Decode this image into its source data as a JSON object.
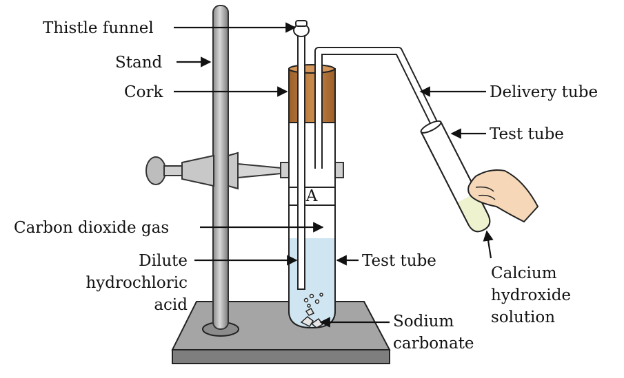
{
  "labels": {
    "thistle_funnel": "Thistle funnel",
    "stand": "Stand",
    "cork": "Cork",
    "carbon_dioxide_gas": "Carbon dioxide gas",
    "dilute_acid": [
      "Dilute",
      "hydrochloric",
      "acid"
    ],
    "test_tube_main": "Test tube",
    "sodium_carbonate": [
      "Sodium",
      "carbonate"
    ],
    "delivery_tube": "Delivery tube",
    "test_tube_side": "Test tube",
    "calcium_hydroxide": [
      "Calcium",
      "hydroxide",
      "solution"
    ],
    "region_a": "A"
  },
  "colors": {
    "cork": "#b8763a",
    "acid_liquid": "#cfe6f2",
    "limewater": "#eef2cf",
    "stand": "#9a9a9a",
    "base": "#a8a8a8",
    "hand": "#f6d8b8"
  }
}
